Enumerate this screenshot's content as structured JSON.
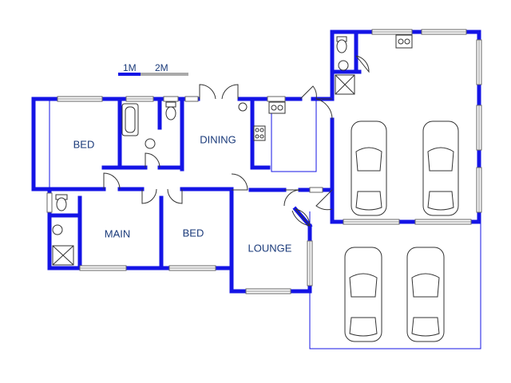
{
  "scale_bar": {
    "label_1": "1M",
    "label_2": "2M"
  },
  "rooms": {
    "bed_1": "BED",
    "dining": "DINING",
    "main": "MAIN",
    "bed_2": "BED",
    "lounge": "LOUNGE"
  },
  "colors": {
    "wall": "#1414e6",
    "label": "#1a3a7a",
    "scale_gray": "#aaaaaa"
  },
  "icons": [
    "toilet-icon",
    "basin-icon",
    "bath-icon",
    "shower-icon",
    "stove-icon",
    "sink-icon",
    "car-icon",
    "door-swing-icon",
    "window-icon"
  ]
}
